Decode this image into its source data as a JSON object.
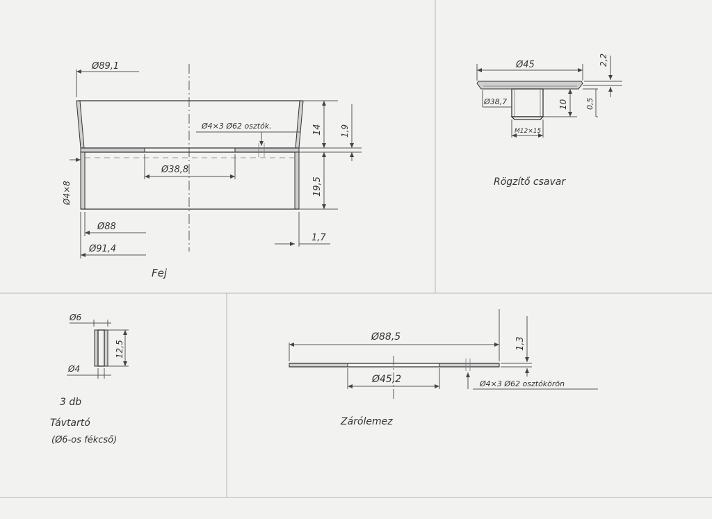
{
  "fej": {
    "title": "Fej",
    "dims": {
      "d_top": "Ø89,1",
      "holes": "Ø4×3  Ø62 osztók.",
      "d_inner": "Ø38,8",
      "side_holes": "Ø4×8",
      "d_88": "Ø88",
      "d_914": "Ø91,4",
      "h_14": "14",
      "h_19": "1,9",
      "h_195": "19,5",
      "t_17": "1,7"
    }
  },
  "rogzito": {
    "title": "Rögzítő csavar",
    "dims": {
      "d_45": "Ø45",
      "d_387": "Ø38,7",
      "thread": "M12×15",
      "h_22": "2,2",
      "h_05": "0,5",
      "h_10": "10"
    }
  },
  "tavtarto": {
    "title": "Távtartó",
    "subtitle": "(Ø6-os fékcső)",
    "count": "3 db",
    "dims": {
      "d_6": "Ø6",
      "d_4": "Ø4",
      "h_125": "12,5"
    }
  },
  "zarolemez": {
    "title": "Zárólemez",
    "dims": {
      "d_885": "Ø88,5",
      "d_452": "Ø45,2",
      "holes": "Ø4×3  Ø62 osztókörön",
      "t_13": "1,3"
    }
  }
}
